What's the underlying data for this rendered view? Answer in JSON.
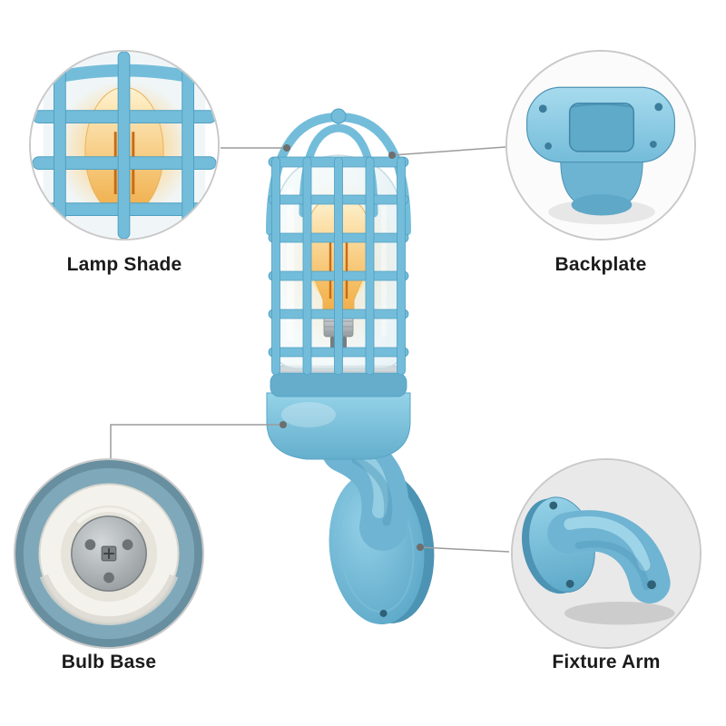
{
  "callouts": [
    {
      "id": "lamp-shade",
      "label": "Lamp Shade"
    },
    {
      "id": "backplate",
      "label": "Backplate"
    },
    {
      "id": "bulb-base",
      "label": "Bulb Base"
    },
    {
      "id": "fixture-arm",
      "label": "Fixture Arm"
    }
  ],
  "colors": {
    "body_blue": "#74bdda",
    "body_blue_dark": "#4f9fc2",
    "glass": "#eef6f8",
    "bulb_glow": "#f2a93c",
    "ceramic_white": "#f3f2ec",
    "leader_line": "#9c9c9c",
    "circle_border": "#c9c9c9",
    "label_text": "#1b1b1b",
    "background": "#ffffff"
  }
}
